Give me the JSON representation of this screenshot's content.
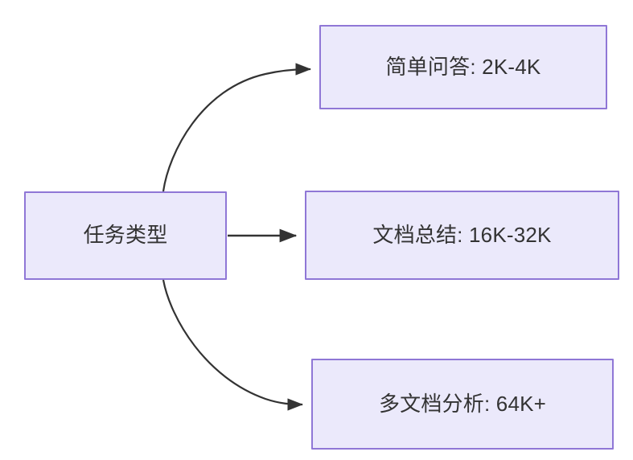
{
  "diagram": {
    "type": "flowchart",
    "direction": "left-to-right",
    "background_color": "#ffffff",
    "node_fill_color": "#ebe9fb",
    "node_border_color": "#8f77d6",
    "edge_color": "#333333",
    "text_color": "#333333",
    "root": {
      "id": "root",
      "label": "任务类型"
    },
    "branches": [
      {
        "id": "b1",
        "label": "简单问答: 2K-4K",
        "task": "简单问答",
        "range": "2K-4K"
      },
      {
        "id": "b2",
        "label": "文档总结: 16K-32K",
        "task": "文档总结",
        "range": "16K-32K"
      },
      {
        "id": "b3",
        "label": "多文档分析: 64K+",
        "task": "多文档分析",
        "range": "64K+"
      }
    ],
    "edges": [
      {
        "from": "root",
        "to": "b1",
        "label": "",
        "style": "curved-arrow"
      },
      {
        "from": "root",
        "to": "b2",
        "label": "",
        "style": "straight-arrow"
      },
      {
        "from": "root",
        "to": "b3",
        "label": "",
        "style": "curved-arrow"
      }
    ]
  }
}
